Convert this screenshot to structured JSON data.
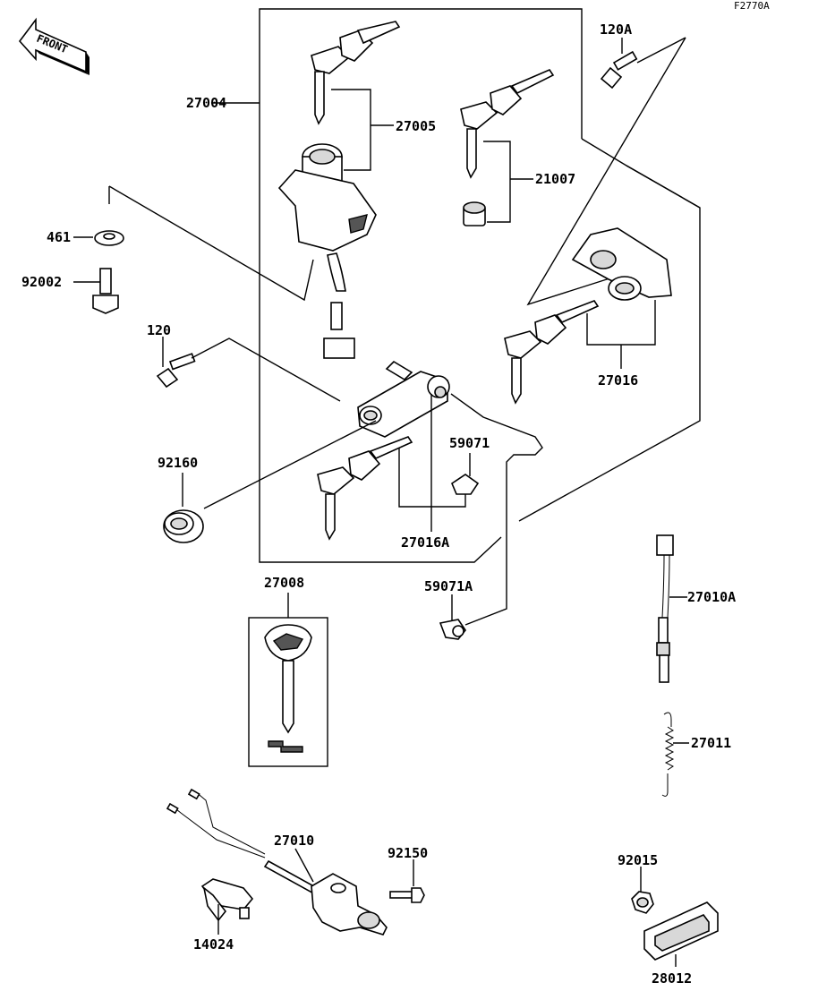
{
  "diagram_code": "F2770A",
  "front_label": "FRONT",
  "parts": {
    "p27004": "27004",
    "p27005": "27005",
    "p21007": "21007",
    "p120A": "120A",
    "p461": "461",
    "p92002": "92002",
    "p120": "120",
    "p27016": "27016",
    "p59071": "59071",
    "p92160": "92160",
    "p27016A": "27016A",
    "p27008": "27008",
    "p59071A": "59071A",
    "p27010A": "27010A",
    "p27011": "27011",
    "p27010": "27010",
    "p92150": "92150",
    "p92015": "92015",
    "p14024": "14024",
    "p28012": "28012"
  }
}
